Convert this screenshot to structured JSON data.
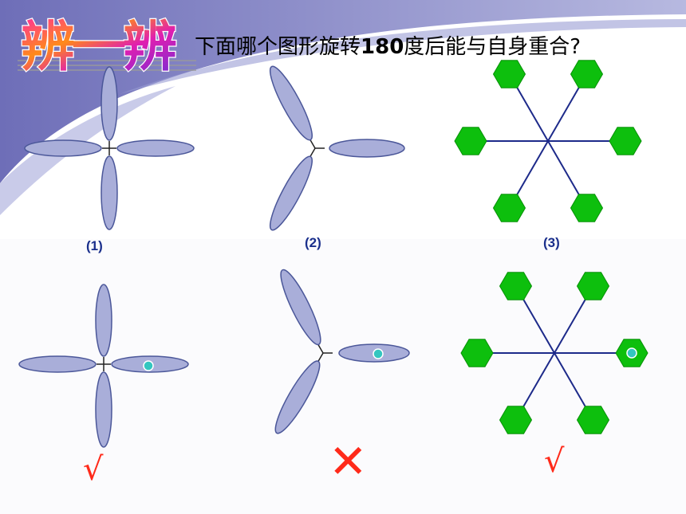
{
  "slide": {
    "badge_text": "辨一辨",
    "question_part1": "下面哪个图形旋转",
    "question_number": "180",
    "question_part2": "度后能与自身重合?"
  },
  "labels": [
    "(1)",
    "(2)",
    "(3)"
  ],
  "answers": {
    "fig1": "√",
    "fig2": "✕",
    "fig3": "√"
  },
  "colors": {
    "petal_fill": "#a9aed9",
    "petal_stroke": "#4b5799",
    "hexagon": "#0dbf0d",
    "spoke": "#1d2a8a",
    "marker": "#33c6c0",
    "mark": "#ff2a1a"
  }
}
